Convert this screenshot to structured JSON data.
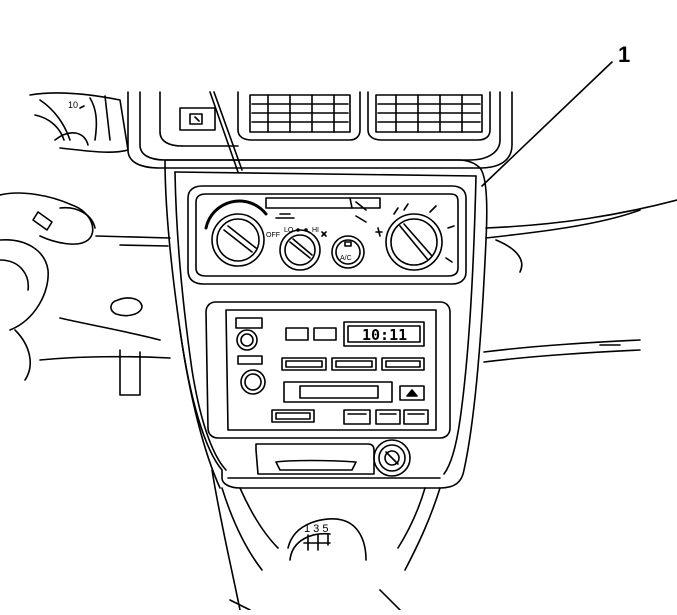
{
  "callout": {
    "number": "1"
  },
  "speedometer": {
    "tick_label": "10"
  },
  "heater_control": {
    "fan_labels": {
      "off": "OFF",
      "lo": "LO",
      "hi": "HI"
    },
    "ac_button_label": "A/C"
  },
  "radio": {
    "clock_display": "10:11"
  },
  "shifter": {
    "gear_pattern": "1 3 5"
  }
}
